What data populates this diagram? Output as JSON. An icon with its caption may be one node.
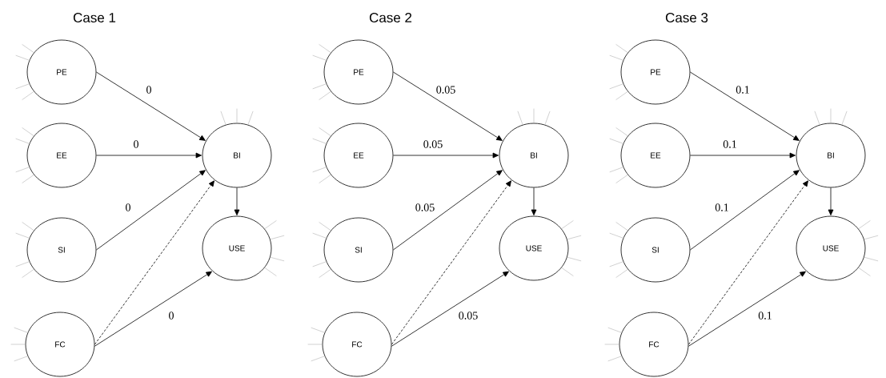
{
  "diagram": {
    "nodes": [
      {
        "text": [
          "PE"
        ]
      },
      {
        "text": [
          "EE"
        ]
      },
      {
        "text": [
          "SI"
        ]
      },
      {
        "text": [
          "FC"
        ]
      },
      {
        "text": [
          "BI"
        ]
      },
      {
        "text": [
          "USE"
        ]
      },
      {
        "text": [
          "PE"
        ]
      },
      {
        "text": [
          "EE"
        ]
      },
      {
        "text": [
          "SI"
        ]
      },
      {
        "text": [
          "FC"
        ]
      },
      {
        "text": [
          "BI"
        ]
      },
      {
        "text": [
          "USE"
        ]
      },
      {
        "text": [
          "PE"
        ]
      },
      {
        "text": [
          "EE"
        ]
      },
      {
        "text": [
          "SI"
        ]
      },
      {
        "text": [
          "FC"
        ]
      },
      {
        "text": [
          "BI"
        ]
      },
      {
        "text": [
          "USE"
        ]
      }
    ],
    "edges": [
      {
        "from": 0,
        "to": 4,
        "arrow": "to",
        "label": "0"
      },
      {
        "from": 1,
        "to": 4,
        "arrow": "to",
        "label": "0"
      },
      {
        "from": 2,
        "to": 4,
        "arrow": "to",
        "label": "0"
      },
      {
        "from": 3,
        "to": 4,
        "arrow": "to",
        "style": "dashed"
      },
      {
        "from": 4,
        "to": 5,
        "arrow": "to"
      },
      {
        "from": 3,
        "to": 5,
        "arrow": "to",
        "label": "0"
      },
      {
        "from": 6,
        "to": 10,
        "arrow": "to",
        "label": "0.05"
      },
      {
        "from": 7,
        "to": 10,
        "arrow": "to",
        "label": "0.05"
      },
      {
        "from": 8,
        "to": 10,
        "arrow": "to",
        "label": "0.05"
      },
      {
        "from": 9,
        "to": 10,
        "arrow": "to",
        "style": "dashed"
      },
      {
        "from": 10,
        "to": 11,
        "arrow": "to"
      },
      {
        "from": 9,
        "to": 11,
        "arrow": "to",
        "label": "0.05"
      },
      {
        "from": 12,
        "to": 16,
        "arrow": "to",
        "label": "0.1"
      },
      {
        "from": 13,
        "to": 16,
        "arrow": "to",
        "label": "0.1"
      },
      {
        "from": 14,
        "to": 16,
        "arrow": "to",
        "label": "0.1"
      },
      {
        "from": 15,
        "to": 16,
        "arrow": "to",
        "style": "dashed"
      },
      {
        "from": 16,
        "to": 17,
        "arrow": "to"
      },
      {
        "from": 15,
        "to": 17,
        "arrow": "to",
        "label": "0.1"
      }
    ],
    "labels": [
      "Case 1",
      "Case 2",
      "Case 3"
    ]
  }
}
